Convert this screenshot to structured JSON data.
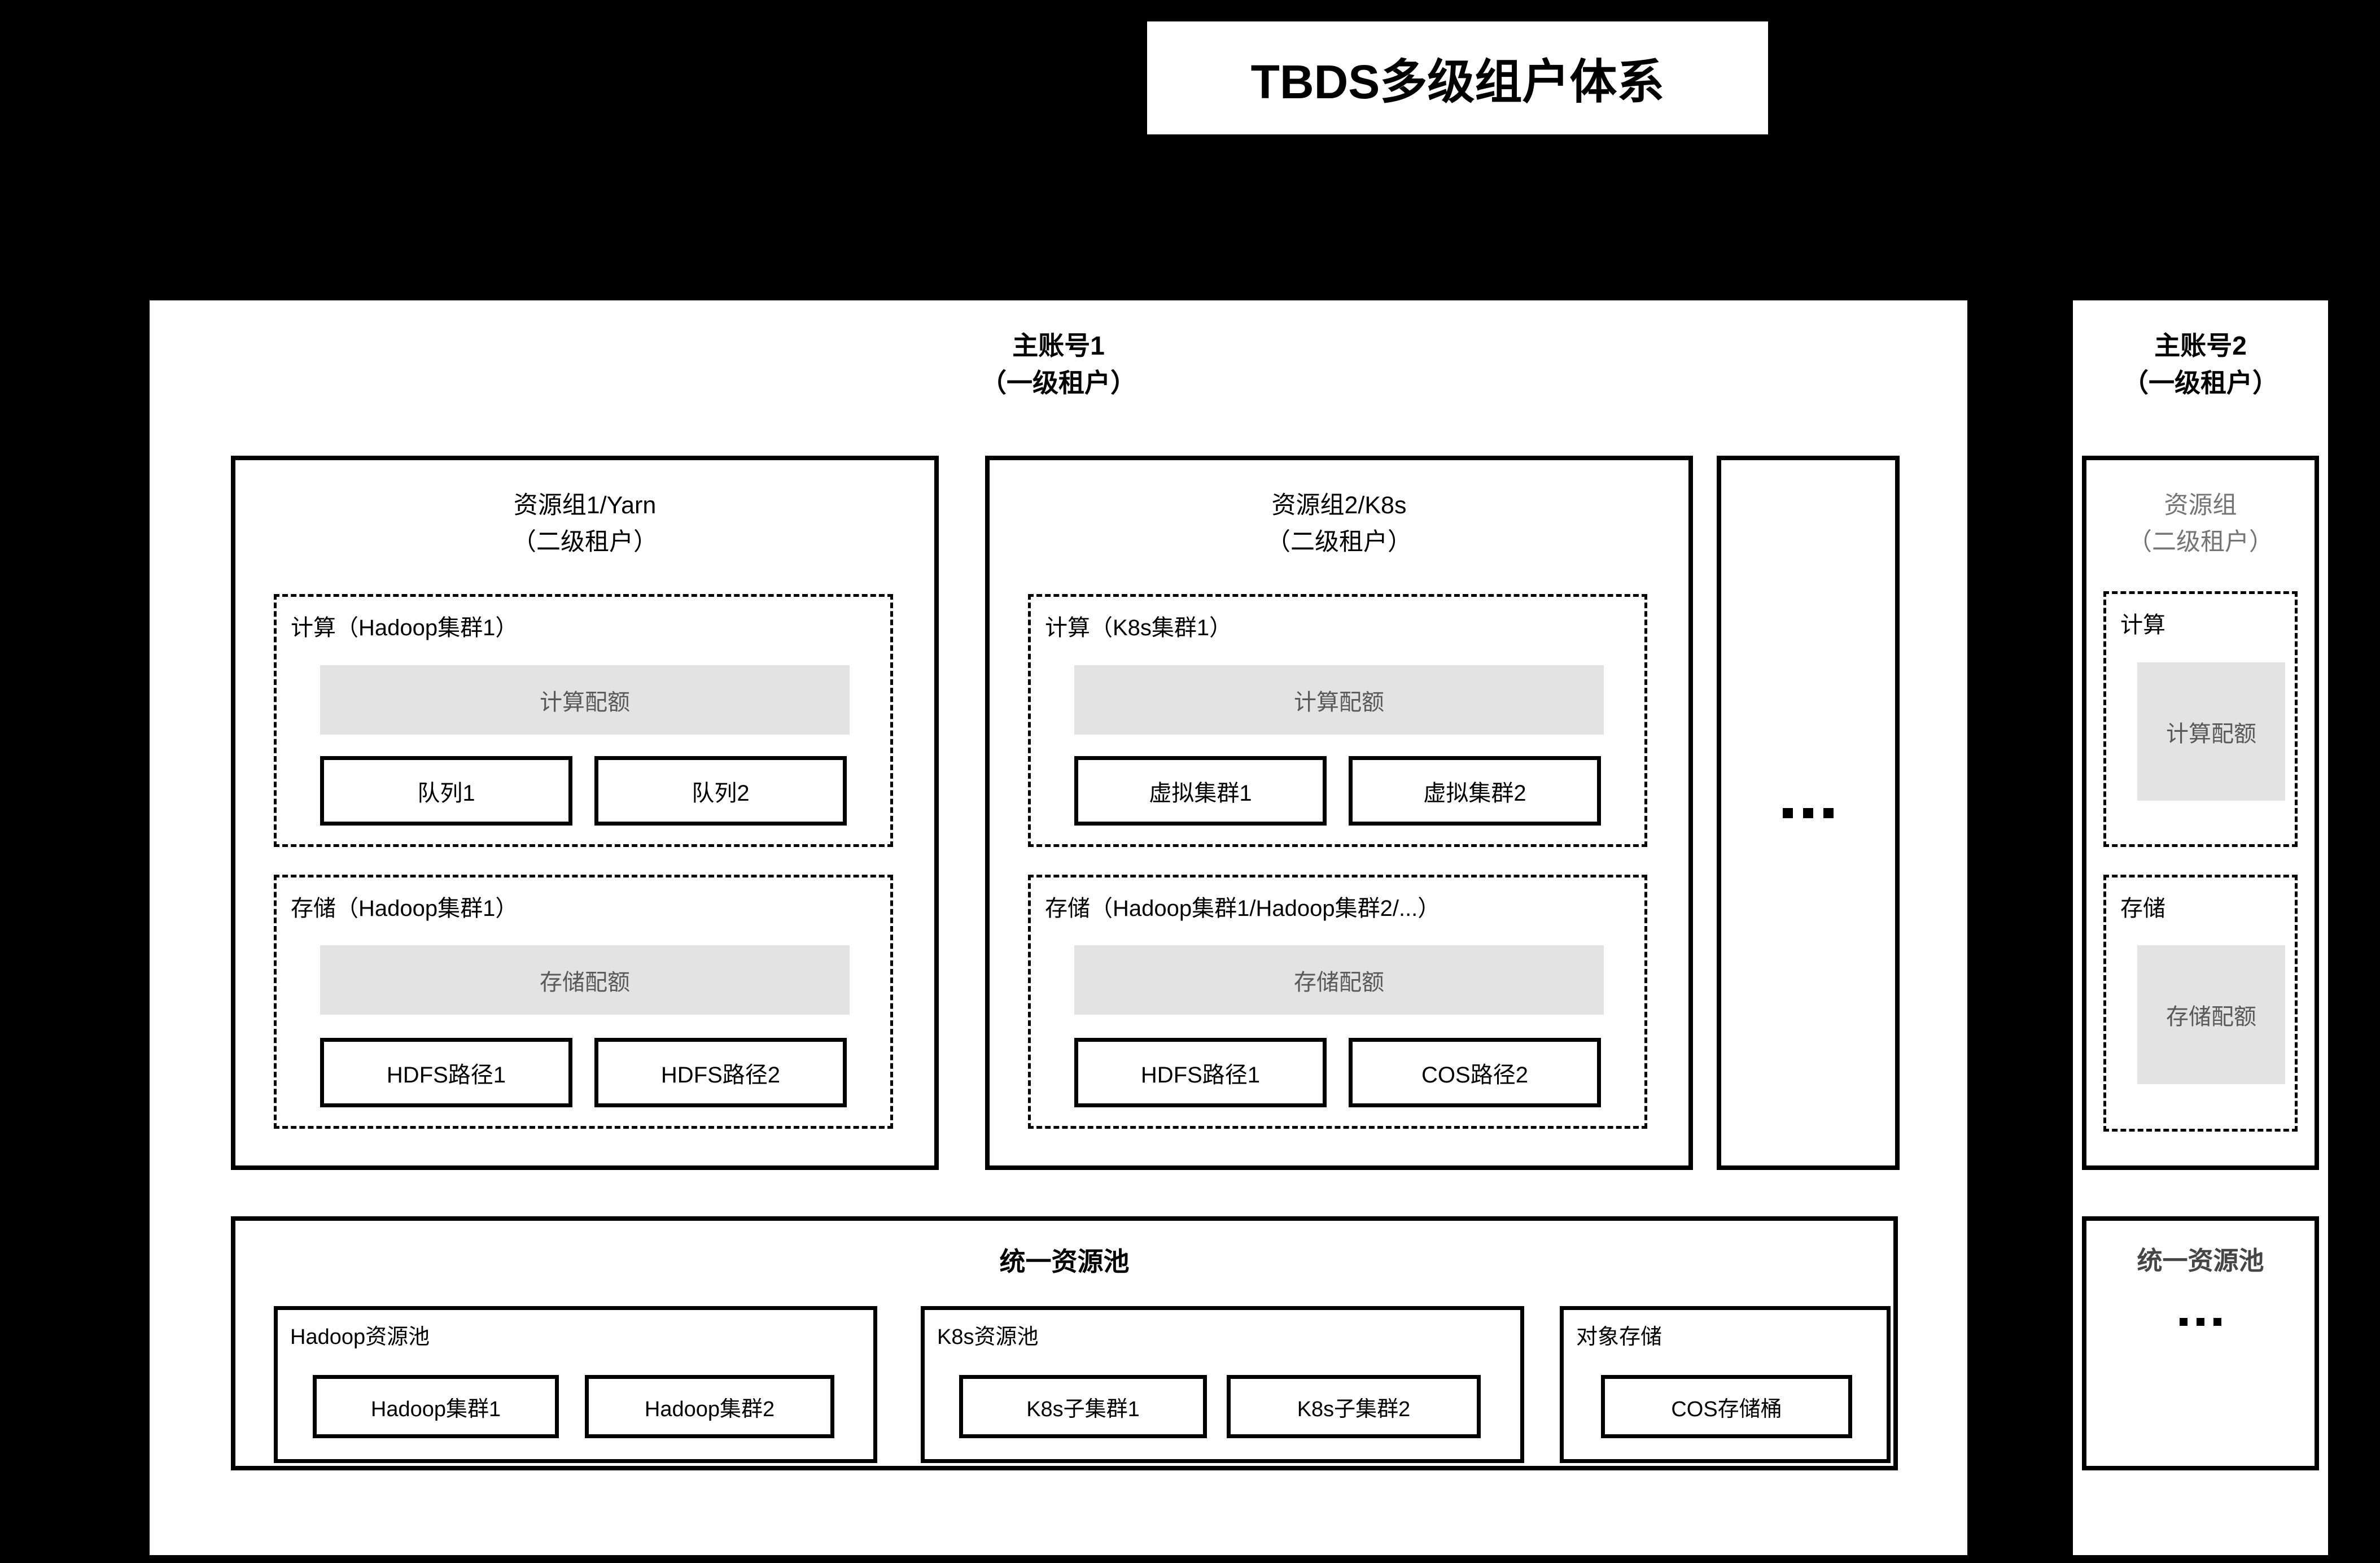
{
  "title": "TBDS多级组户体系",
  "colors": {
    "background": "#000000",
    "panel": "#ffffff",
    "border": "#000000",
    "quota_fill": "#e3e3e3",
    "quota_text": "#595959",
    "muted_group_title": "#757575",
    "unified_title_right": "#454545"
  },
  "account1": {
    "header": "主账号1\n（一级租户）",
    "groups": [
      {
        "title_line1": "资源组1/Yarn",
        "title_line2": "（二级租户）",
        "compute": {
          "label": "计算（Hadoop集群1）",
          "quota": "计算配额",
          "items": [
            "队列1",
            "队列2"
          ]
        },
        "storage": {
          "label": "存储（Hadoop集群1）",
          "quota": "存储配额",
          "items": [
            "HDFS路径1",
            "HDFS路径2"
          ]
        }
      },
      {
        "title_line1": "资源组2/K8s",
        "title_line2": "（二级租户）",
        "compute": {
          "label": "计算（K8s集群1）",
          "quota": "计算配额",
          "items": [
            "虚拟集群1",
            "虚拟集群2"
          ]
        },
        "storage": {
          "label": "存储（Hadoop集群1/Hadoop集群2/...）",
          "quota": "存储配额",
          "items": [
            "HDFS路径1",
            "COS路径2"
          ]
        }
      }
    ],
    "more_groups_ellipsis": "...",
    "unified_pool": {
      "title": "统一资源池",
      "pools": [
        {
          "label": "Hadoop资源池",
          "items": [
            "Hadoop集群1",
            "Hadoop集群2"
          ]
        },
        {
          "label": "K8s资源池",
          "items": [
            "K8s子集群1",
            "K8s子集群2"
          ]
        },
        {
          "label": "对象存储",
          "items": [
            "COS存储桶"
          ]
        }
      ]
    }
  },
  "account2": {
    "header": "主账号2\n（一级租户）",
    "group": {
      "title_line1": "资源组",
      "title_line2": "（二级租户）",
      "compute_label": "计算",
      "compute_quota": "计算配额",
      "storage_label": "存储",
      "storage_quota": "存储配额"
    },
    "unified_pool": {
      "title": "统一资源池",
      "ellipsis": "..."
    }
  }
}
